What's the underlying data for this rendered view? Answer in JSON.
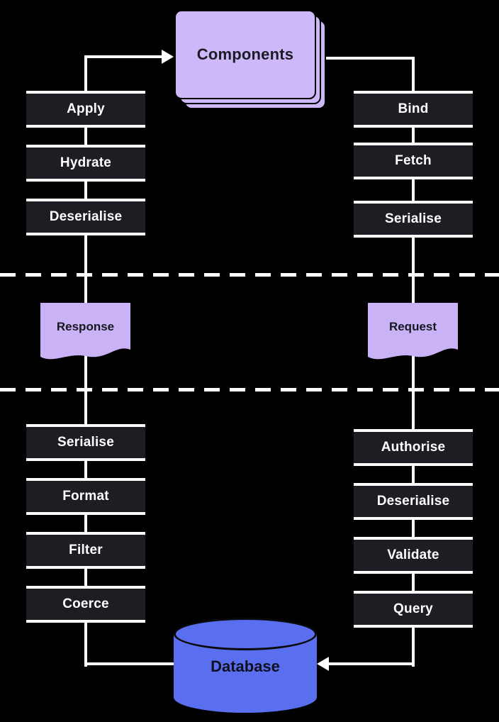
{
  "diagram": {
    "background": "#000000",
    "colors": {
      "step_box_bg": "#1d1d23",
      "step_box_text": "#ffffff",
      "connector_line": "#ffffff",
      "components_card": "#cdb9fa",
      "document_fill": "#c9b3f6",
      "database_fill": "#5a6ef0",
      "dark_text": "#17171f"
    },
    "nodes": {
      "components": {
        "label": "Components",
        "shape": "stacked-card"
      },
      "response": {
        "label": "Response",
        "shape": "document"
      },
      "request": {
        "label": "Request",
        "shape": "document"
      },
      "database": {
        "label": "Database",
        "shape": "cylinder"
      }
    },
    "steps": {
      "left_top": [
        "Apply",
        "Hydrate",
        "Deserialise"
      ],
      "right_top": [
        "Bind",
        "Fetch",
        "Serialise"
      ],
      "left_bottom": [
        "Serialise",
        "Format",
        "Filter",
        "Coerce"
      ],
      "right_bottom": [
        "Authorise",
        "Deserialise",
        "Validate",
        "Query"
      ]
    },
    "separators": {
      "count": 2,
      "style": "dashed"
    }
  }
}
